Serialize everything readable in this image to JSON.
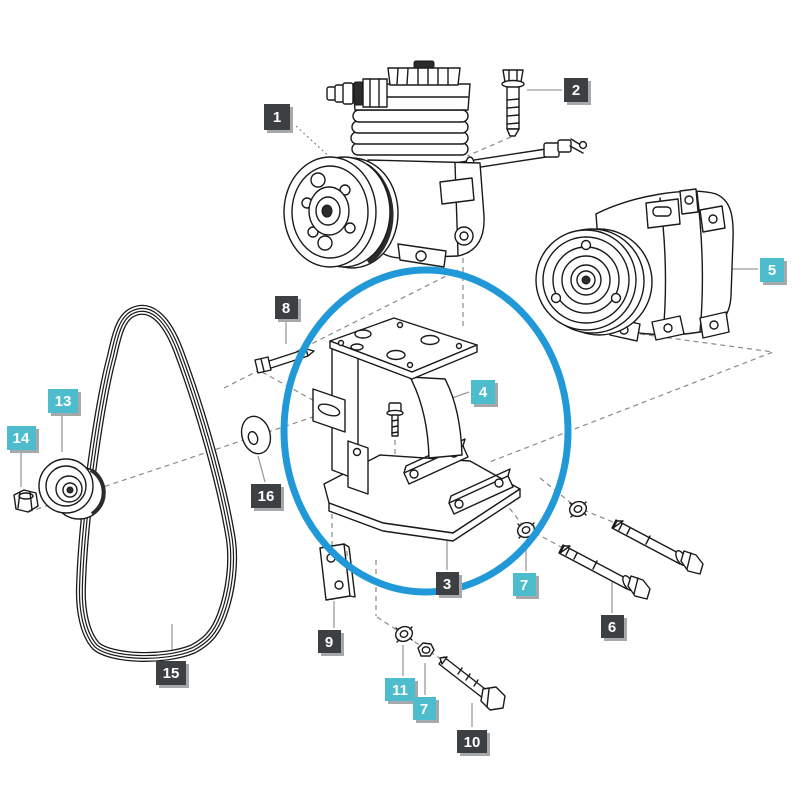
{
  "diagram": {
    "kind": "exploded-parts-diagram",
    "subject": "compressor-mounting-bracket-assembly",
    "highlight": {
      "shape": "ellipse",
      "meaning": "highlighted-part-group"
    }
  },
  "colors": {
    "background": "#ffffff",
    "line": "#1a1a1a",
    "guide_line": "#8a8a8a",
    "leader_line": "#9a9a9a",
    "highlight": "#2199d8",
    "callout_dark": "#3d4043",
    "callout_cyan": "#4dbccd",
    "callout_text": "#ffffff",
    "callout_shadow": "#a6a9ab"
  },
  "callouts": {
    "c1": {
      "number": "1",
      "variant": "dark"
    },
    "c2": {
      "number": "2",
      "variant": "dark"
    },
    "c3": {
      "number": "3",
      "variant": "dark"
    },
    "c4": {
      "number": "4",
      "variant": "cyan"
    },
    "c5": {
      "number": "5",
      "variant": "cyan"
    },
    "c6": {
      "number": "6",
      "variant": "dark"
    },
    "c7a": {
      "number": "7",
      "variant": "cyan"
    },
    "c7b": {
      "number": "7",
      "variant": "cyan"
    },
    "c8": {
      "number": "8",
      "variant": "dark"
    },
    "c9": {
      "number": "9",
      "variant": "dark"
    },
    "c10": {
      "number": "10",
      "variant": "dark"
    },
    "c11": {
      "number": "11",
      "variant": "cyan"
    },
    "c13": {
      "number": "13",
      "variant": "cyan"
    },
    "c14": {
      "number": "14",
      "variant": "cyan"
    },
    "c15": {
      "number": "15",
      "variant": "dark"
    },
    "c16": {
      "number": "16",
      "variant": "dark"
    }
  }
}
